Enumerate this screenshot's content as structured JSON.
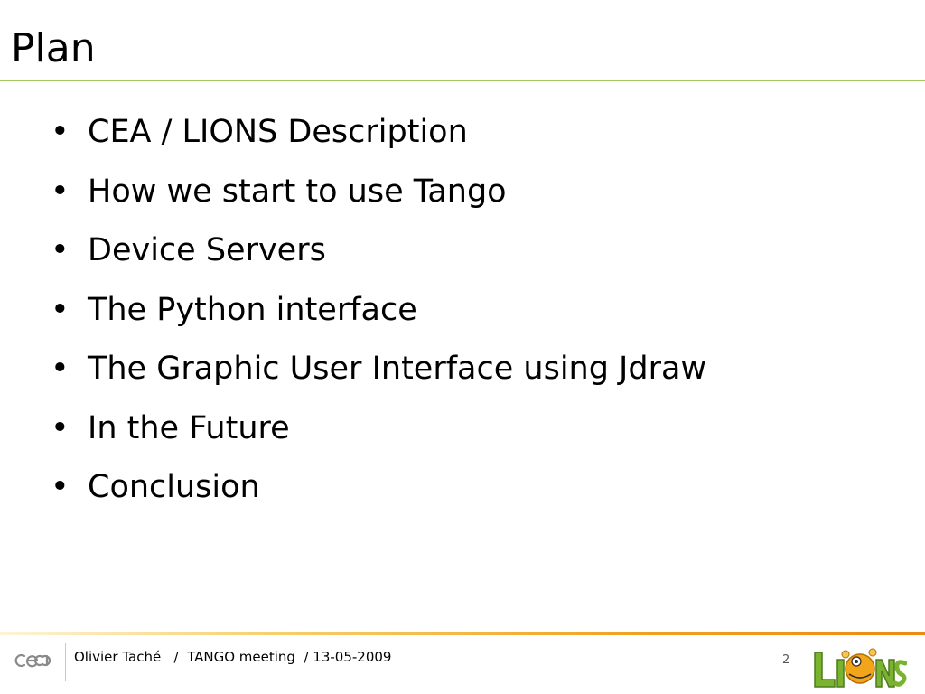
{
  "slide": {
    "title": "Plan",
    "bullets": [
      "CEA / LIONS Description",
      "How we start to use Tango",
      "Device Servers",
      "The Python interface",
      "The Graphic User Interface using Jdraw",
      "In the Future",
      "Conclusion"
    ],
    "bullet_glyph": "•"
  },
  "footer": {
    "text": "Olivier Taché   /  TANGO meeting  / 13-05-2009",
    "page_number": "2",
    "left_logo": "cea-logo-icon",
    "right_logo": "lions-logo-icon"
  },
  "colors": {
    "title_rule": "#a3c95c",
    "footer_rule": "#f0a020",
    "lions_green": "#7ab330",
    "lions_orange": "#f2a51a"
  }
}
